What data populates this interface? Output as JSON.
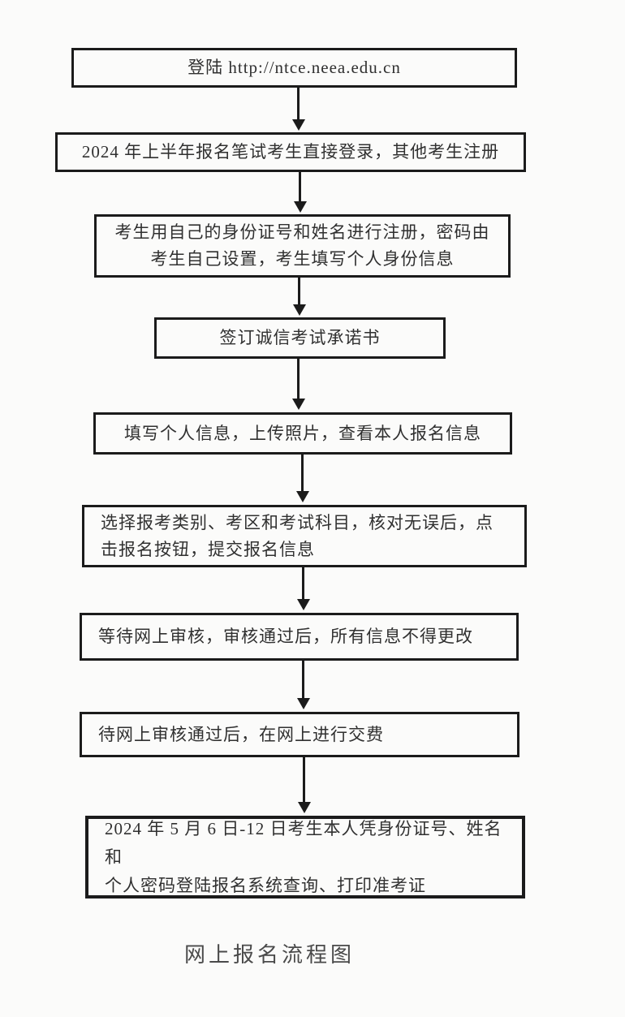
{
  "flowchart": {
    "caption": "网上报名流程图",
    "border_color": "#1b1b1b",
    "text_color": "#303030",
    "background_color": "#fbfbfa",
    "steps": [
      {
        "id": "login-url",
        "lines": [
          "登陆 http://ntce.neea.edu.cn"
        ]
      },
      {
        "id": "login-or-register",
        "lines": [
          "2024 年上半年报名笔试考生直接登录，其他考生注册"
        ]
      },
      {
        "id": "register-identity",
        "lines": [
          "考生用自己的身份证号和姓名进行注册，密码由",
          "考生自己设置，考生填写个人身份信息"
        ]
      },
      {
        "id": "sign-commitment",
        "lines": [
          "签订诚信考试承诺书"
        ]
      },
      {
        "id": "fill-info-photo",
        "lines": [
          "填写个人信息，上传照片，查看本人报名信息"
        ]
      },
      {
        "id": "select-category",
        "lines": [
          "选择报考类别、考区和考试科目，核对无误后，点",
          "击报名按钮，提交报名信息"
        ]
      },
      {
        "id": "wait-review",
        "lines": [
          "等待网上审核，审核通过后，所有信息不得更改"
        ]
      },
      {
        "id": "pay-online",
        "lines": [
          "待网上审核通过后，在网上进行交费"
        ]
      },
      {
        "id": "print-admission-card",
        "lines": [
          "2024 年 5 月 6 日-12 日考生本人凭身份证号、姓名和",
          "个人密码登陆报名系统查询、打印准考证"
        ]
      }
    ]
  }
}
